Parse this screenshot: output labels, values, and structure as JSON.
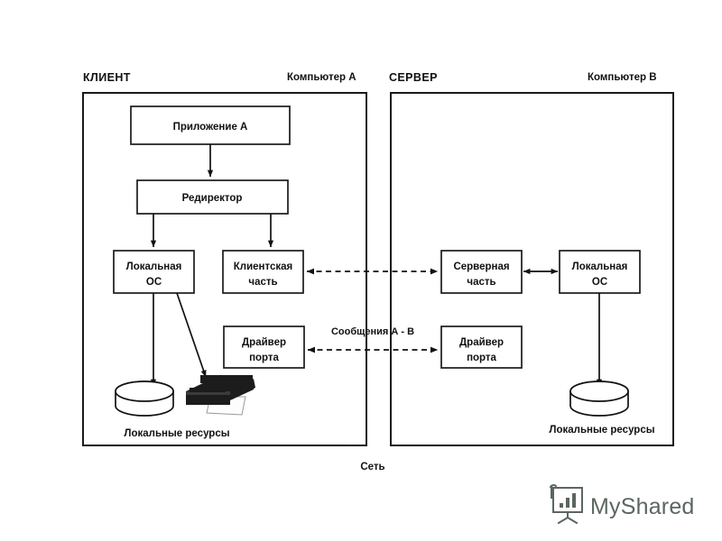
{
  "diagram": {
    "title_client": "КЛИЕНТ",
    "title_server": "СЕРВЕР",
    "computer_a": "Компьютер А",
    "computer_b": "Компьютер В",
    "network_label": "Сеть",
    "messages_label": "Сообщения А - В",
    "client": {
      "boxes": [
        {
          "id": "application-a",
          "label_line1": "Приложение А",
          "label_line2": ""
        },
        {
          "id": "redirector",
          "label_line1": "Редиректор",
          "label_line2": ""
        },
        {
          "id": "local-os",
          "label_line1": "Локальная",
          "label_line2": "ОС"
        },
        {
          "id": "client-part",
          "label_line1": "Клиентская",
          "label_line2": "часть"
        },
        {
          "id": "port-driver",
          "label_line1": "Драйвер",
          "label_line2": "порта"
        }
      ],
      "resources_label": "Локальные ресурсы",
      "resource_icons": [
        "disk-icon",
        "printer-icon"
      ]
    },
    "server": {
      "boxes": [
        {
          "id": "server-part",
          "label_line1": "Серверная",
          "label_line2": "часть"
        },
        {
          "id": "local-os",
          "label_line1": "Локальная",
          "label_line2": "ОС"
        },
        {
          "id": "port-driver",
          "label_line1": "Драйвер",
          "label_line2": "порта"
        }
      ],
      "resources_label": "Локальные ресурсы",
      "resource_icons": [
        "disk-icon"
      ]
    },
    "colors": {
      "line": "#111111",
      "panel_border": "#1a1a1a",
      "background": "#ffffff",
      "watermark": "#5c6660"
    }
  },
  "watermark": {
    "text": "MyShared",
    "icon": "presentation-chart-icon"
  }
}
